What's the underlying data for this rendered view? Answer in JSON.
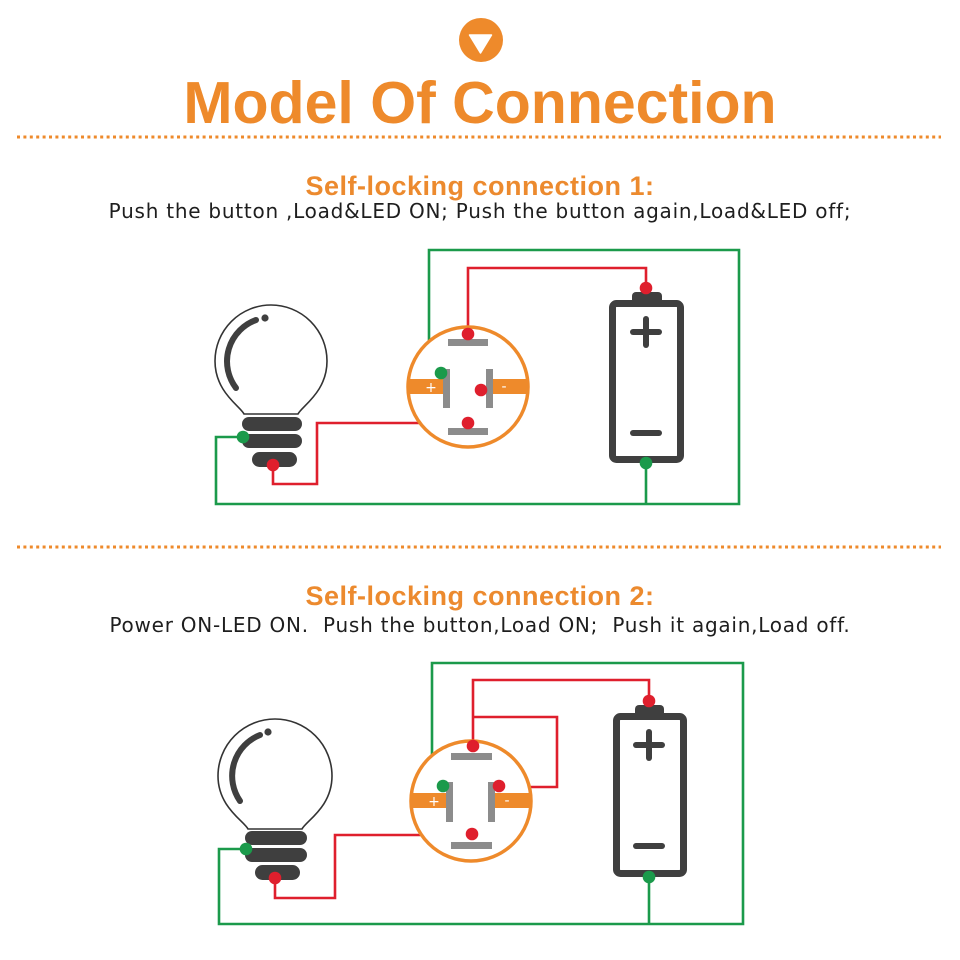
{
  "header": {
    "icon": "chevron-down-circle-icon",
    "title": "Model Of Connection"
  },
  "colors": {
    "accent": "#EE8A2B",
    "wire_positive": "#DF1F2D",
    "wire_negative": "#1B9A4B",
    "component_dark": "#3F3F3F",
    "switch_contact": "#8C8C8C",
    "text": "#1E1E1E"
  },
  "sections": [
    {
      "title": "Self-locking connection 1:",
      "description": "Push the button ,Load&LED ON; Push the button again,Load&LED off;",
      "diagram": {
        "components": [
          "bulb-icon",
          "switch-terminal-diagram",
          "battery-icon"
        ],
        "switch": {
          "positive_label": "+",
          "negative_label": "-"
        }
      }
    },
    {
      "title": "Self-locking connection 2:",
      "description": "Power ON-LED ON.  Push the button,Load ON;  Push it again,Load off.",
      "diagram": {
        "components": [
          "bulb-icon",
          "switch-terminal-diagram",
          "battery-icon"
        ],
        "switch": {
          "positive_label": "+",
          "negative_label": "-"
        }
      }
    }
  ]
}
